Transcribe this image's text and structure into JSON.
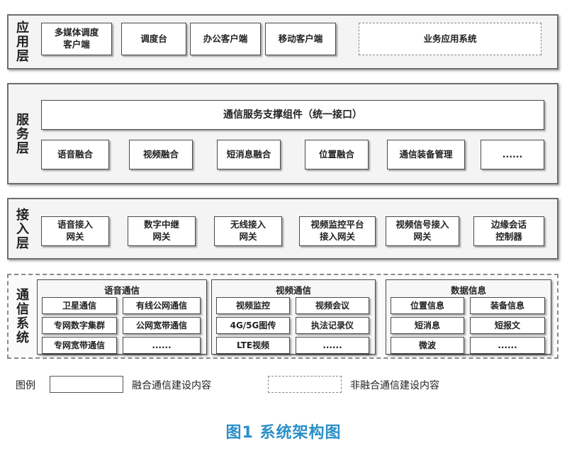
{
  "layers": {
    "application": {
      "label": "应用层",
      "items": [
        "多媒体调度\n客户端",
        "调度台",
        "办公客户端",
        "移动客户端"
      ],
      "non_converged_item": "业务应用系统"
    },
    "service": {
      "label": "服务层",
      "top_bar": "通信服务支撑组件（统一接口）",
      "items": [
        "语音融合",
        "视频融合",
        "短消息融合",
        "位置融合",
        "通信装备管理",
        "......"
      ]
    },
    "access": {
      "label": "接入层",
      "items": [
        "语音接入\n网关",
        "数字中继\n网关",
        "无线接入\n网关",
        "视频监控平台\n接入网关",
        "视频信号接入\n网关",
        "边缘会话\n控制器"
      ]
    },
    "comm_system": {
      "label": "通信系统",
      "groups": [
        {
          "title": "语音通信",
          "items": [
            "卫星通信",
            "有线公网通信",
            "专网数字集群",
            "公网宽带通信",
            "专网宽带通信",
            "......"
          ]
        },
        {
          "title": "视频通信",
          "items": [
            "视频监控",
            "视频会议",
            "4G/5G图传",
            "执法记录仪",
            "LTE视频",
            "......"
          ]
        },
        {
          "title": "数据信息",
          "items": [
            "位置信息",
            "装备信息",
            "短消息",
            "短报文",
            "微波",
            "......"
          ]
        }
      ]
    }
  },
  "legend": {
    "title": "图例",
    "converged": "融合通信建设内容",
    "non_converged": "非融合通信建设内容"
  },
  "caption": "图1 系统架构图"
}
